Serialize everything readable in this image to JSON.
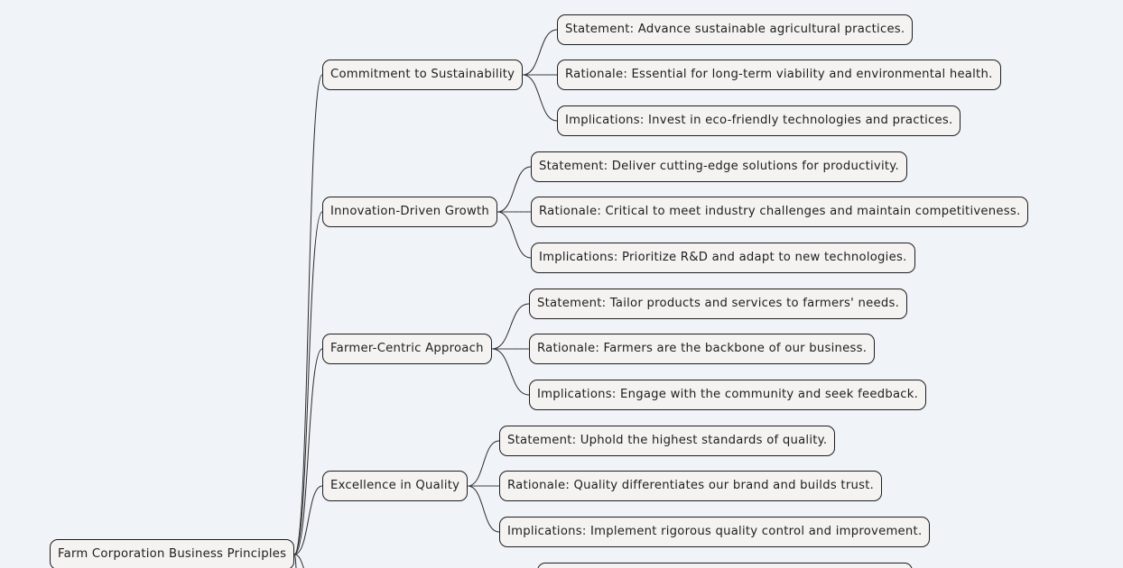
{
  "root": {
    "label": "Farm Corporation Business Principles"
  },
  "branches": [
    {
      "label": "Commitment to Sustainability",
      "children": [
        "Statement: Advance sustainable agricultural practices.",
        "Rationale: Essential for long-term viability and environmental health.",
        "Implications: Invest in eco-friendly technologies and practices."
      ]
    },
    {
      "label": "Innovation-Driven Growth",
      "children": [
        "Statement: Deliver cutting-edge solutions for productivity.",
        "Rationale: Critical to meet industry challenges and maintain competitiveness.",
        "Implications: Prioritize R&D and adapt to new technologies."
      ]
    },
    {
      "label": "Farmer-Centric Approach",
      "children": [
        "Statement: Tailor products and services to farmers' needs.",
        "Rationale: Farmers are the backbone of our business.",
        "Implications: Engage with the community and seek feedback."
      ]
    },
    {
      "label": "Excellence in Quality",
      "children": [
        "Statement: Uphold the highest standards of quality.",
        "Rationale: Quality differentiates our brand and builds trust.",
        "Implications: Implement rigorous quality control and improvement."
      ]
    }
  ]
}
